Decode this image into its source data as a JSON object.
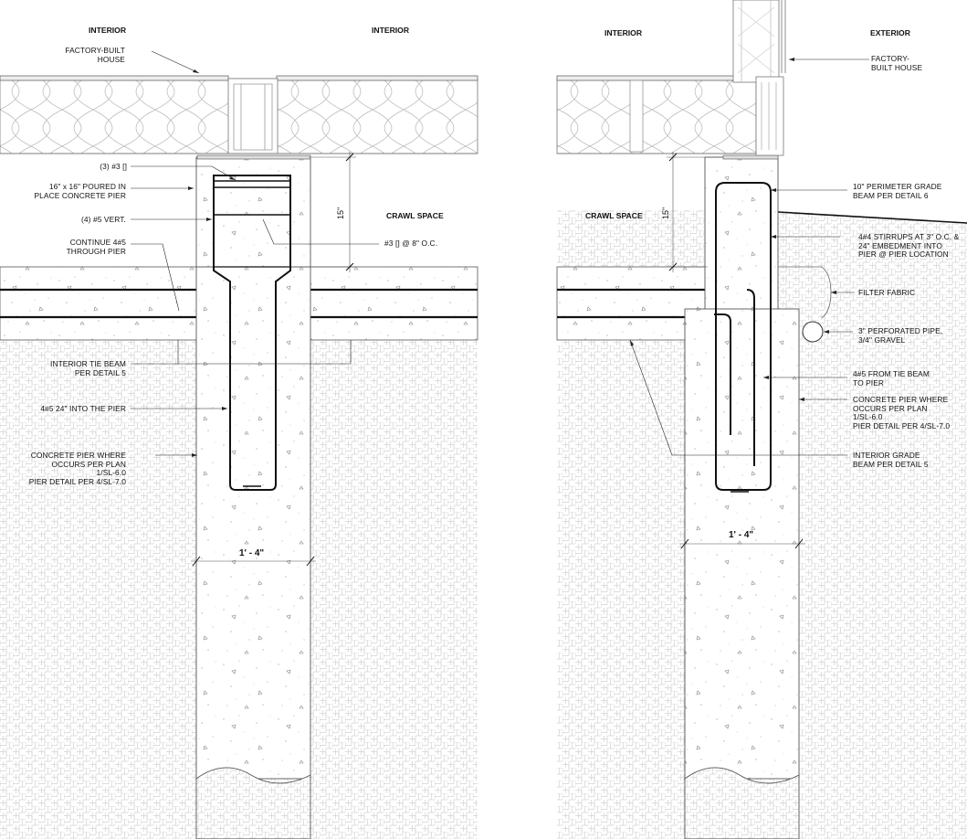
{
  "left_detail": {
    "headings": {
      "interior_left": "INTERIOR",
      "interior_right": "INTERIOR",
      "crawl_space": "CRAWL SPACE"
    },
    "labels": {
      "factory_house": "FACTORY-BUILT\nHOUSE",
      "ties": "(3) #3 []",
      "poured_pier": "16\" x 16\" POURED IN\nPLACE CONCRETE PIER",
      "vert_bars": "(4) #5 VERT.",
      "continue_bars": "CONTINUE 4#5\nTHROUGH PIER",
      "tie_spacing": "#3 [] @ 8\" O.C.",
      "tie_beam": "INTERIOR TIE BEAM\nPER DETAIL 5",
      "into_pier": "4#5 24\" INTO THE PIER",
      "concrete_pier": "CONCRETE PIER WHERE\nOCCURS PER PLAN\n1/SL-6.0\nPIER DETAIL PER 4/SL-7.0"
    },
    "dimensions": {
      "pier_height": "15\"",
      "pier_width": "1' - 4\""
    }
  },
  "right_detail": {
    "headings": {
      "interior": "INTERIOR",
      "exterior": "EXTERIOR",
      "crawl_space": "CRAWL SPACE"
    },
    "labels": {
      "factory_house": "FACTORY-\nBUILT HOUSE",
      "perimeter_beam": "10\" PERIMETER GRADE\nBEAM PER DETAIL 6",
      "stirrups": "4#4 STIRRUPS AT 3\" O.C. &\n24\" EMBEDMENT INTO\nPIER @ PIER LOCATION",
      "filter_fabric": "FILTER FABRIC",
      "perforated_pipe": "3\" PERFORATED PIPE,\n3/4\" GRAVEL",
      "tie_bars": "4#5 FROM TIE BEAM\nTO PIER",
      "concrete_pier": "CONCRETE PIER WHERE\nOCCURS PER PLAN\n1/SL-6.0\nPIER DETAIL PER 4/SL-7.0",
      "interior_beam": "INTERIOR GRADE\nBEAM PER DETAIL 5"
    },
    "dimensions": {
      "pier_height": "15\"",
      "pier_width": "1' - 4\""
    }
  }
}
